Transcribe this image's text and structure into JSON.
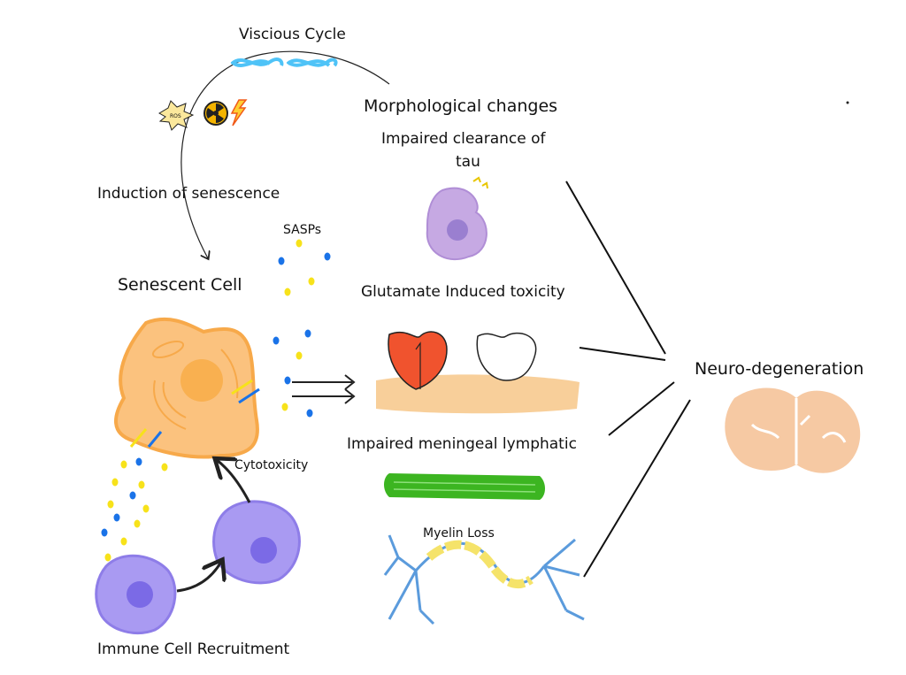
{
  "labels": {
    "viscious_cycle": "Viscious Cycle",
    "morphological_changes": "Morphological changes",
    "impaired_clearance_line1": "Impaired clearance of",
    "impaired_clearance_line2": "tau",
    "induction": "Induction of senescence",
    "sasps": "SASPs",
    "senescent_cell": "Senescent Cell",
    "glutamate": "Glutamate Induced toxicity",
    "neurodegeneration": "Neuro-degeneration",
    "meningeal": "Impaired meningeal lymphatic",
    "cytotoxicity": "Cytotoxicity",
    "myelin_loss": "Myelin Loss",
    "immune_recruitment": "Immune Cell Recruitment",
    "ros_badge": "ROS"
  },
  "colors": {
    "senescent_cell": "#fbc27e",
    "senescent_outline": "#f7a94a",
    "immune_cell": "#a99af2",
    "immune_nucleus": "#7b6ae6",
    "sasp_yellow": "#f7e21a",
    "sasp_blue": "#1a73e8",
    "dna": "#4fc3f7",
    "receptor": "#f0532e",
    "membrane": "#f8cf9a",
    "lymphatic": "#3cb521",
    "neuron": "#5b9bdc",
    "myelin": "#f5e36a",
    "brain": "#f6c9a3",
    "microglia": "#c6a9e3"
  },
  "icons": [
    "ros-burst-icon",
    "radiation-icon",
    "lightning-icon",
    "dna-icon",
    "brain-icon"
  ]
}
